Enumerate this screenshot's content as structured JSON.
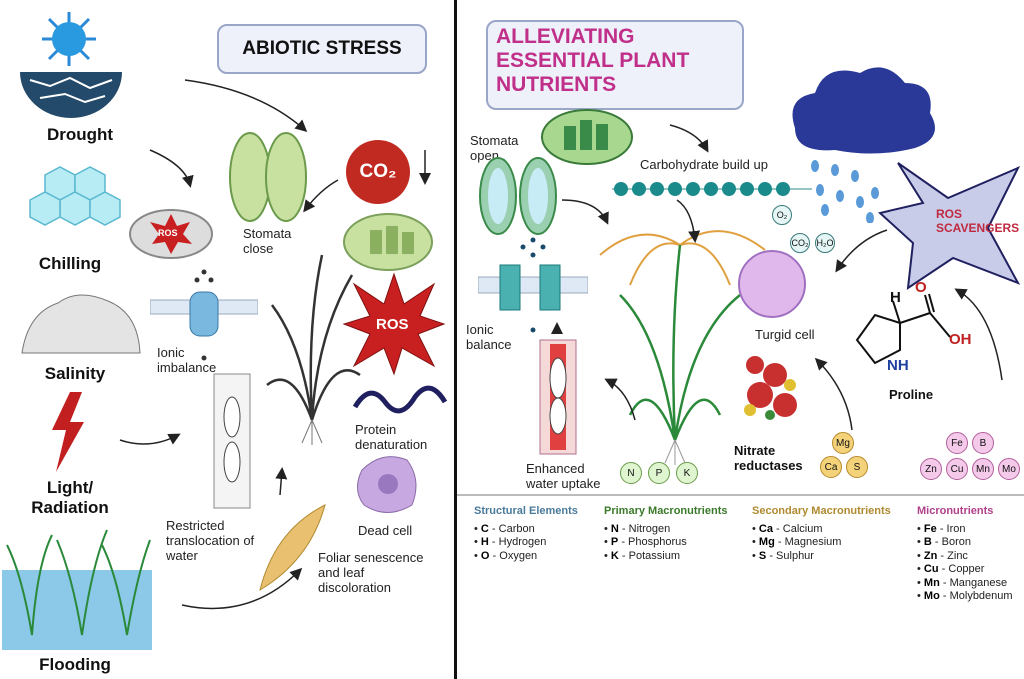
{
  "left": {
    "title": "ABIOTIC STRESS",
    "stresses": [
      "Drought",
      "Chilling",
      "Salinity",
      "Light/ Radiation",
      "Flooding"
    ],
    "ros_small": "ROS",
    "stomata": "Stomata close",
    "co2": "CO₂",
    "ros_big": "ROS",
    "ionic": "Ionic imbalance",
    "protein": "Protein denaturation",
    "dead": "Dead cell",
    "restricted": "Restricted translocation of water",
    "foliar": "Foliar senescence and leaf discoloration"
  },
  "right": {
    "title": "ALLEVIATING ESSENTIAL PLANT NUTRIENTS",
    "stomata": "Stomata open",
    "carb": "Carbohydrate build up",
    "gases": [
      "O₂",
      "CO₂",
      "H₂O"
    ],
    "ros_scav": "ROS SCAVENGERS",
    "ionic": "Ionic balance",
    "turgid": "Turgid cell",
    "proline": {
      "name": "Proline",
      "H": "H",
      "O": "O",
      "OH": "OH",
      "NH": "NH"
    },
    "nitrate": "Nitrate reductases",
    "water": "Enhanced water uptake",
    "primary": [
      "N",
      "P",
      "K"
    ],
    "secondary": [
      "Mg",
      "Ca",
      "S"
    ],
    "micro": [
      "Fe",
      "B",
      "Zn",
      "Cu",
      "Mn",
      "Mo"
    ]
  },
  "legend": [
    {
      "title": "Structural Elements",
      "color": "#4a7a9a",
      "items": [
        [
          "C",
          "Carbon"
        ],
        [
          "H",
          "Hydrogen"
        ],
        [
          "O",
          "Oxygen"
        ]
      ]
    },
    {
      "title": "Primary Macronutrients",
      "color": "#3a7a2a",
      "items": [
        [
          "N",
          "Nitrogen"
        ],
        [
          "P",
          "Phosphorus"
        ],
        [
          "K",
          "Potassium"
        ]
      ]
    },
    {
      "title": "Secondary Macronutrients",
      "color": "#b08a30",
      "items": [
        [
          "Ca",
          "Calcium"
        ],
        [
          "Mg",
          "Magnesium"
        ],
        [
          "S",
          "Sulphur"
        ]
      ]
    },
    {
      "title": "Micronutrients",
      "color": "#b0408a",
      "items": [
        [
          "Fe",
          "Iron"
        ],
        [
          "B",
          "Boron"
        ],
        [
          "Zn",
          "Zinc"
        ],
        [
          "Cu",
          "Copper"
        ],
        [
          "Mn",
          "Manganese"
        ],
        [
          "Mo",
          "Molybdenum"
        ]
      ]
    }
  ]
}
